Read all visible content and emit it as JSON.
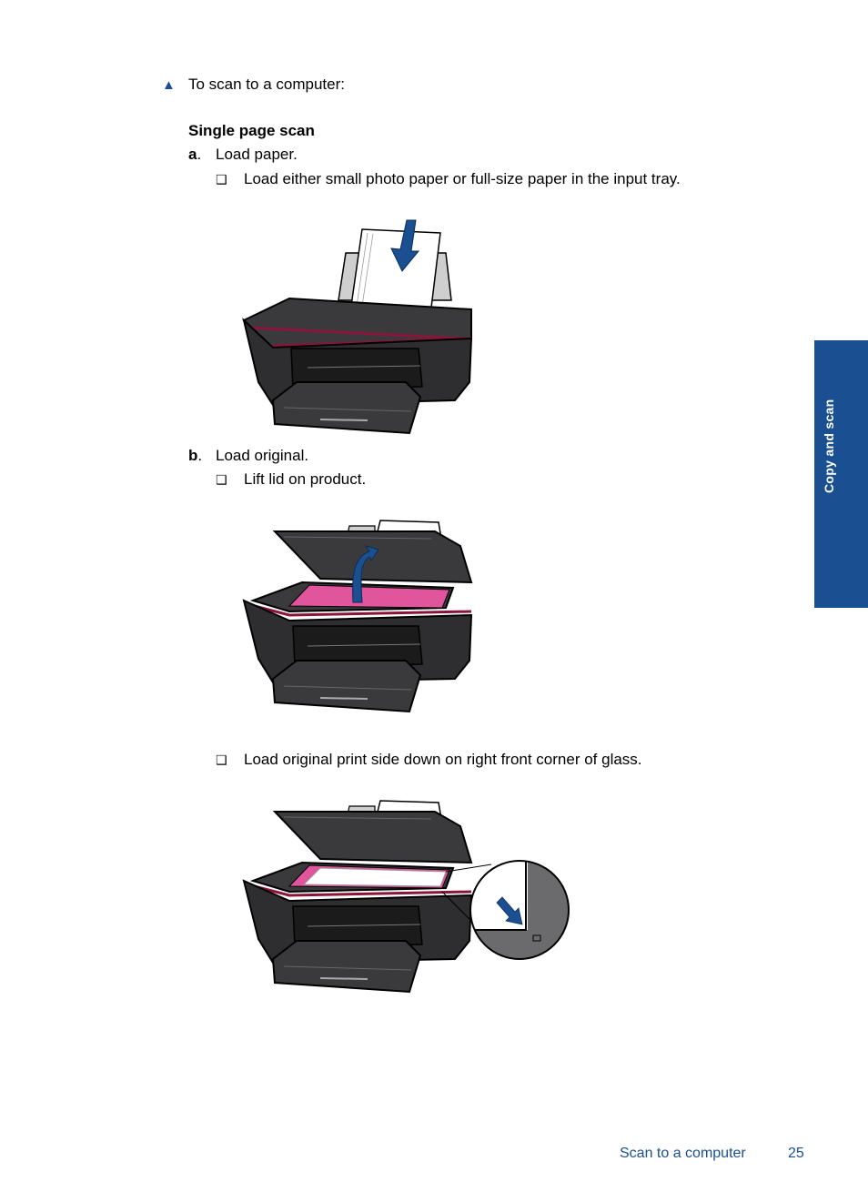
{
  "intro": {
    "bullet_icon": "triangle-up-icon",
    "text": "To scan to a computer:"
  },
  "section_title": "Single page scan",
  "steps": [
    {
      "letter": "a",
      "label": "Load paper.",
      "substeps": [
        "Load either small photo paper or full-size paper in the input tray."
      ]
    },
    {
      "letter": "b",
      "label": "Load original.",
      "substeps": [
        "Lift lid on product.",
        "Load original print side down on right front corner of glass."
      ]
    }
  ],
  "checkbox_icon": "checkbox-icon",
  "side_tab": {
    "label": "Copy and scan",
    "color": "#1a4f91"
  },
  "footer": {
    "section": "Scan to a computer",
    "page_number": "25"
  },
  "colors": {
    "accent_blue": "#1a4f91",
    "printer_body": "#3a3a3c",
    "printer_stripe": "#8a1538",
    "glass_pink": "#e0559c"
  }
}
